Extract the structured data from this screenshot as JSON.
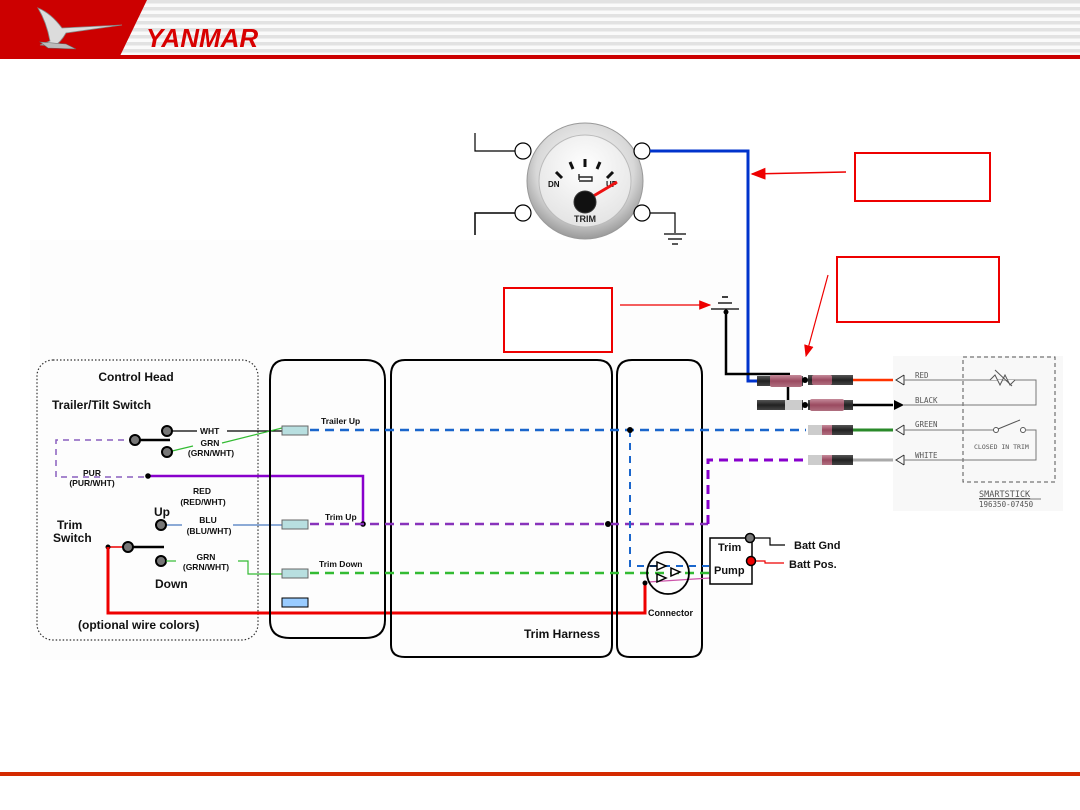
{
  "header": {
    "brand": "YANMAR",
    "logo_icon": "seagull-logo-icon",
    "colors": {
      "brand_red": "#cc0000",
      "stripe": "#e2e2e2",
      "footer_rule": "#d42a00"
    }
  },
  "gauge": {
    "labels": {
      "down": "DN",
      "up": "UP",
      "name": "TRIM"
    },
    "icon": "boat-trim-icon",
    "needle_position": "near UP"
  },
  "callouts": [
    {
      "id": "gauge-signal-callout",
      "text": ""
    },
    {
      "id": "connector-callout",
      "text": ""
    },
    {
      "id": "ground-callout",
      "text": ""
    }
  ],
  "control_head": {
    "title": "Control Head",
    "trailer_tilt_switch": "Trailer/Tilt Switch",
    "trim_switch": "Trim\nSwitch",
    "trim_switch_line1": "Trim",
    "trim_switch_line2": "Switch",
    "up": "Up",
    "down": "Down",
    "footnote": "(optional wire colors)",
    "wires": {
      "wht": "WHT",
      "grn1": "GRN",
      "grn1_alt": "(GRN/WHT)",
      "pur": "PUR",
      "pur_alt": "(PUR/WHT)",
      "red": "RED",
      "red_alt": "(RED/WHT)",
      "blu": "BLU",
      "blu_alt": "(BLU/WHT)",
      "grn2": "GRN",
      "grn2_alt": "(GRN/WHT)"
    }
  },
  "connector_panel": {
    "trailer_up": "Trailer Up",
    "trim_up": "Trim Up",
    "trim_down": "Trim Down"
  },
  "harness": {
    "label": "Trim Harness"
  },
  "pump": {
    "connector_label": "Connector",
    "trim": "Trim",
    "pump": "Pump",
    "batt_gnd": "Batt Gnd",
    "batt_pos": "Batt Pos."
  },
  "smartstick": {
    "wires": [
      "RED",
      "BLACK",
      "GREEN",
      "WHITE"
    ],
    "switch_note": "CLOSED IN TRIM",
    "title": "SMARTSTICK",
    "part_number": "196350-07450"
  },
  "wire_colors": {
    "blue": "#0066cc",
    "purple": "#8800cc",
    "green": "#33bb33",
    "red": "#ee0000",
    "black": "#000000",
    "grey": "#aaaaaa",
    "dark_green": "#2a8a2a",
    "orange_red": "#ff3300"
  }
}
